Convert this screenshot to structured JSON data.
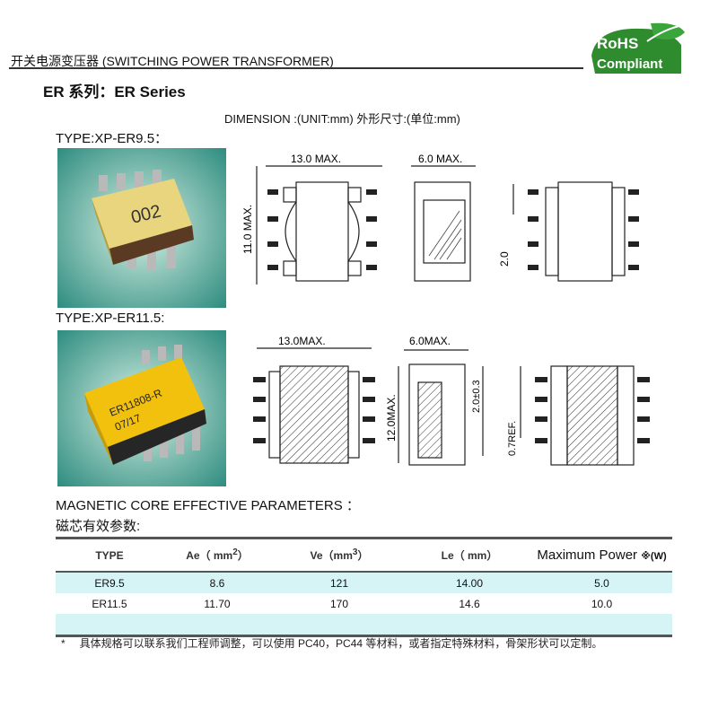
{
  "header": {
    "title": "开关电源变压器 (SWITCHING POWER TRANSFORMER)",
    "rohs_top": "RoHS",
    "rohs_bottom": "Compliant"
  },
  "series_title": "ER 系列：ER Series",
  "dimension_label": "DIMENSION :(UNIT:mm)  外形尺寸:(单位:mm)",
  "products": [
    {
      "type_label": "TYPE:XP-ER9.5：",
      "marking": "002",
      "dims": {
        "width": "13.0 MAX.",
        "depth": "6.0 MAX.",
        "height": "11.0 MAX.",
        "pitch": "2.0"
      }
    },
    {
      "type_label": "TYPE:XP-ER11.5:",
      "marking_line1": "ER11808-R",
      "marking_line2": "07/17",
      "dims": {
        "width": "13.0MAX.",
        "depth": "6.0MAX.",
        "height": "12.0MAX.",
        "pitch": "2.0±0.3",
        "ref": "0.7REF."
      }
    }
  ],
  "parameters": {
    "title_en": "MAGNETIC CORE EFFECTIVE PARAMETERS  ：",
    "title_cn": "磁芯有效参数:",
    "headers": {
      "type": "TYPE",
      "ae": "Ae（ mm",
      "ae_sup": "2",
      "ae_end": "）",
      "ve": "Ve（mm",
      "ve_sup": "3",
      "ve_end": "）",
      "le": "Le（  mm）",
      "power": "Maximum Power",
      "power_unit": "※(W)"
    },
    "rows": [
      {
        "type": "ER9.5",
        "ae": "8.6",
        "ve": "121",
        "le": "14.00",
        "power": "5.0"
      },
      {
        "type": "ER11.5",
        "ae": "11.70",
        "ve": "170",
        "le": "14.6",
        "power": "10.0"
      }
    ]
  },
  "note": {
    "star": "*",
    "text": "具体规格可以联系我们工程师调整，可以使用 PC40，PC44 等材料，或者指定特殊材料，骨架形状可以定制。"
  }
}
